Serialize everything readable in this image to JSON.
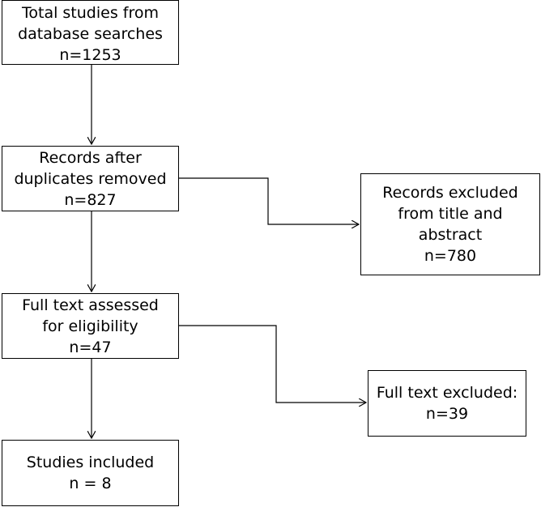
{
  "flowchart": {
    "total_studies": {
      "line1": "Total studies from",
      "line2": "database searches",
      "count": "n=1253"
    },
    "after_duplicates": {
      "line1": "Records after",
      "line2": "duplicates removed",
      "count": "n=827"
    },
    "excluded_title_abstract": {
      "line1": "Records excluded",
      "line2": "from title and",
      "line3": "abstract",
      "count": "n=780"
    },
    "full_text_assessed": {
      "line1": "Full text assessed",
      "line2": "for eligibility",
      "count": "n=47"
    },
    "full_text_excluded": {
      "line1": "Full text excluded:",
      "count": "n=39"
    },
    "studies_included": {
      "line1": "Studies included",
      "count": "n = 8"
    }
  }
}
